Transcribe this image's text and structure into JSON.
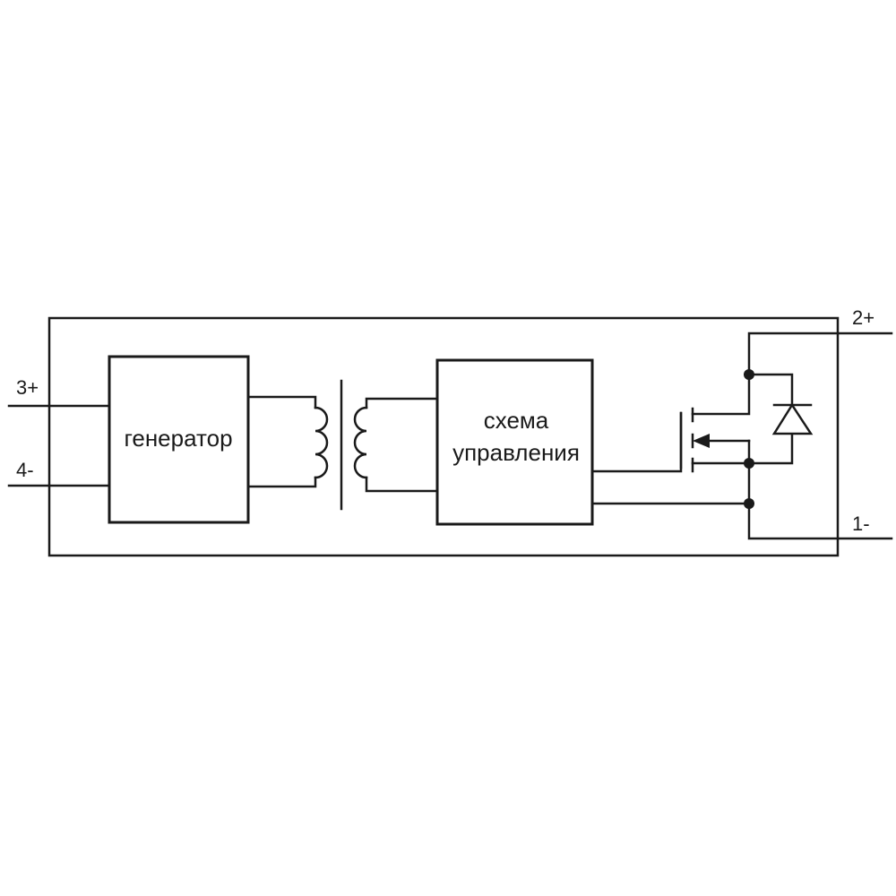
{
  "terminals": {
    "t3": "3+",
    "t4": "4-",
    "t2": "2+",
    "t1": "1-"
  },
  "blocks": {
    "generator": "генератор",
    "control_line1": "схема",
    "control_line2": "управления"
  }
}
